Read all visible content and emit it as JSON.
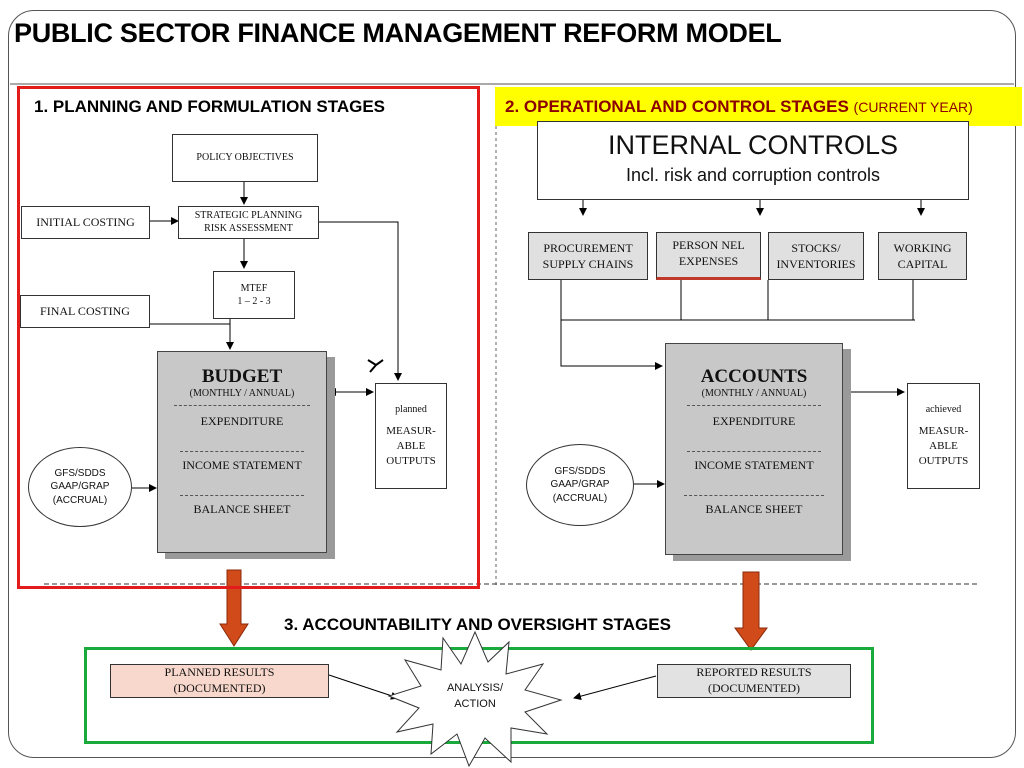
{
  "title": "PUBLIC SECTOR FINANCE MANAGEMENT REFORM MODEL",
  "section1": {
    "heading": "1. PLANNING AND FORMULATION STAGES",
    "policy": "POLICY OBJECTIVES",
    "strategic": [
      "STRATEGIC PLANNING",
      "RISK ASSESSMENT"
    ],
    "initial_costing": "INITIAL COSTING",
    "mtef": [
      "MTEF",
      "1 – 2 - 3"
    ],
    "final_costing": "FINAL COSTING",
    "budget": {
      "heading": "BUDGET",
      "sub": "(MONTHLY / ANNUAL)",
      "items": [
        "EXPENDITURE",
        "INCOME STATEMENT",
        "BALANCE SHEET"
      ]
    },
    "standards": [
      "GFS/SDDS",
      "GAAP/GRAP",
      "(ACCRUAL)"
    ],
    "outputs": {
      "label": "planned",
      "lines": [
        "MEASUR-",
        "ABLE",
        "OUTPUTS"
      ]
    }
  },
  "section2": {
    "heading": "2. OPERATIONAL AND CONTROL STAGES",
    "heading_suffix": "(CURRENT YEAR)",
    "internal_controls": {
      "title": "INTERNAL CONTROLS",
      "subtitle": "Incl. risk and corruption controls"
    },
    "areas": [
      [
        "PROCUREMENT",
        "SUPPLY CHAINS"
      ],
      [
        "PERSON NEL",
        "EXPENSES"
      ],
      [
        "STOCKS/",
        "INVENTORIES"
      ],
      [
        "WORKING",
        "CAPITAL"
      ]
    ],
    "accounts": {
      "heading": "ACCOUNTS",
      "sub": "(MONTHLY / ANNUAL)",
      "items": [
        "EXPENDITURE",
        "INCOME STATEMENT",
        "BALANCE SHEET"
      ]
    },
    "standards": [
      "GFS/SDDS",
      "GAAP/GRAP",
      "(ACCRUAL)"
    ],
    "outputs": {
      "label": "achieved",
      "lines": [
        "MEASUR-",
        "ABLE",
        "OUTPUTS"
      ]
    }
  },
  "section3": {
    "heading": "3. ACCOUNTABILITY AND OVERSIGHT STAGES",
    "planned_results": [
      "PLANNED RESULTS",
      "(DOCUMENTED)"
    ],
    "reported_results": [
      "REPORTED RESULTS",
      "(DOCUMENTED)"
    ],
    "analysis": [
      "ANALYSIS/",
      "ACTION"
    ]
  },
  "colors": {
    "stage1_border": "#e31b1b",
    "stage2_highlight": "#ffff00",
    "stage2_text": "#8b0000",
    "stage3_border": "#1aaa3c",
    "down_arrow": "#d04a1a",
    "planned_fill": "#f8d8cc",
    "reported_fill": "#e2e2e2",
    "personnel_underline": "#c0392b"
  }
}
